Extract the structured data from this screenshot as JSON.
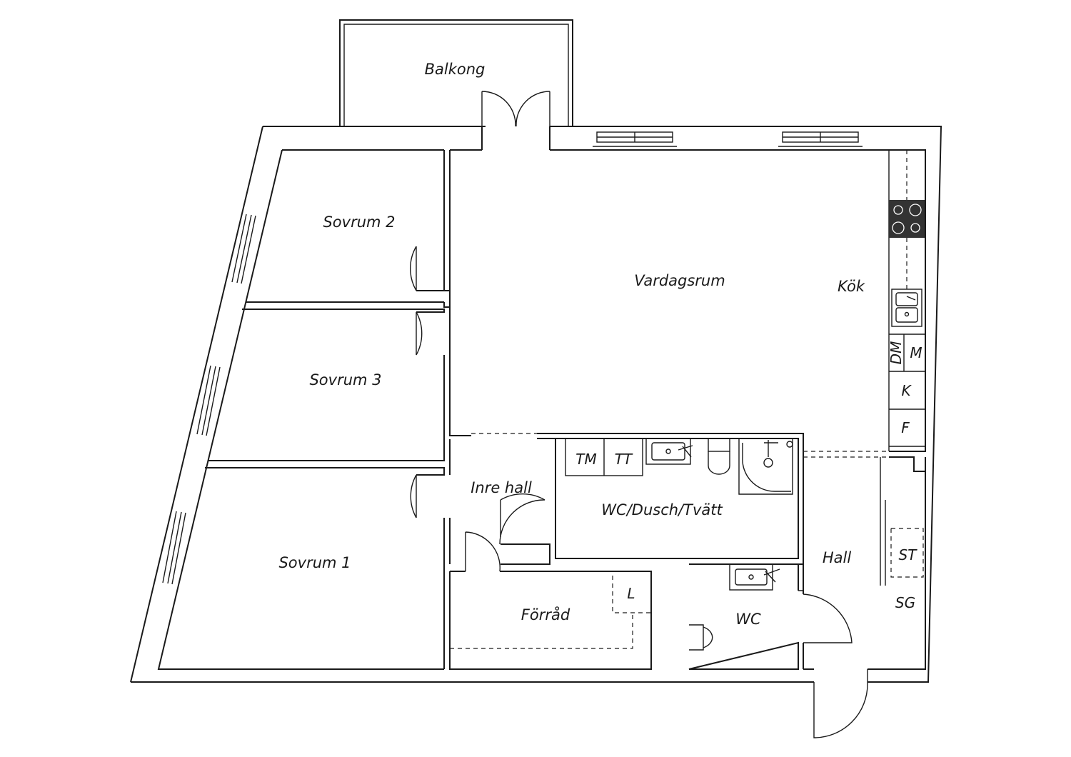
{
  "floorplan": {
    "rooms": {
      "balkong": "Balkong",
      "sovrum2": "Sovrum 2",
      "vardagsrum": "Vardagsrum",
      "kok": "Kök",
      "sovrum3": "Sovrum 3",
      "inre_hall": "Inre hall",
      "wc_dusch_tvatt": "WC/Dusch/Tvätt",
      "sovrum1": "Sovrum 1",
      "hall": "Hall",
      "forrad": "Förråd",
      "wc": "WC"
    },
    "appliances": {
      "dm": "DM",
      "m": "M",
      "k": "K",
      "f": "F",
      "tm": "TM",
      "tt": "TT",
      "st": "ST",
      "sg": "SG",
      "l": "L"
    }
  }
}
